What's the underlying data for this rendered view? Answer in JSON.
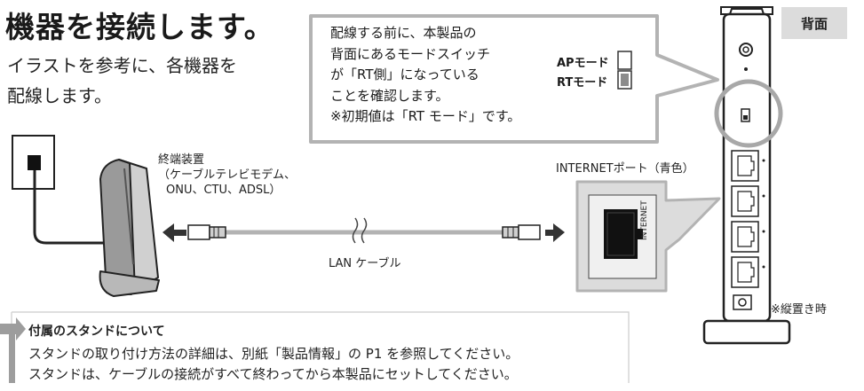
{
  "heading": {
    "title": "機器を接続します。",
    "intro_line1": "イラストを参考に、各機器を",
    "intro_line2": "配線します。"
  },
  "callout": {
    "line1": "配線する前に、本製品の",
    "line2": "背面にあるモードスイッチ",
    "line3": "が「RT側」になっている",
    "line4": "ことを確認します。",
    "line5": "※初期値は「RT モード」です。",
    "ap_mode": "APモード",
    "rt_mode": "RTモード"
  },
  "diagram": {
    "terminal_label1": "終端装置",
    "terminal_label2": "（ケーブルテレビモデム、",
    "terminal_label3": "ONU、CTU、ADSL）",
    "lan_cable_label": "LAN ケーブル",
    "internet_port_label": "INTERNETポート（青色）",
    "port_text": "INTERNET",
    "back_label": "背面",
    "vertical_note": "※縦置き時"
  },
  "note": {
    "heading": "付属のスタンドについて",
    "line1": "スタンドの取り付け方法の詳細は、別紙「製品情報」の P1 を参照してください。",
    "line2": "スタンドは、ケーブルの接続がすべて終わってから本製品にセットしてください。"
  },
  "colors": {
    "panel_gray": "#dcdcdc",
    "line_gray": "#b3b3b3",
    "dark": "#1a1a1a"
  }
}
